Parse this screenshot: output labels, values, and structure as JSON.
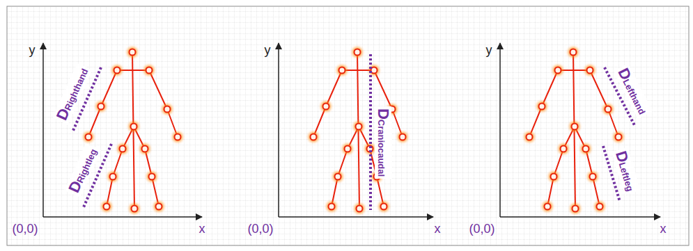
{
  "diagram": {
    "labels": [
      "y",
      "x",
      "(0,0)",
      "D",
      "Righthand",
      "D",
      "Rightleg",
      "y",
      "x",
      "(0,0)",
      "D",
      "Craniocaudal",
      "y",
      "x",
      "(0,0)",
      "D",
      "Lefthand",
      "D",
      "Leftleg"
    ]
  }
}
